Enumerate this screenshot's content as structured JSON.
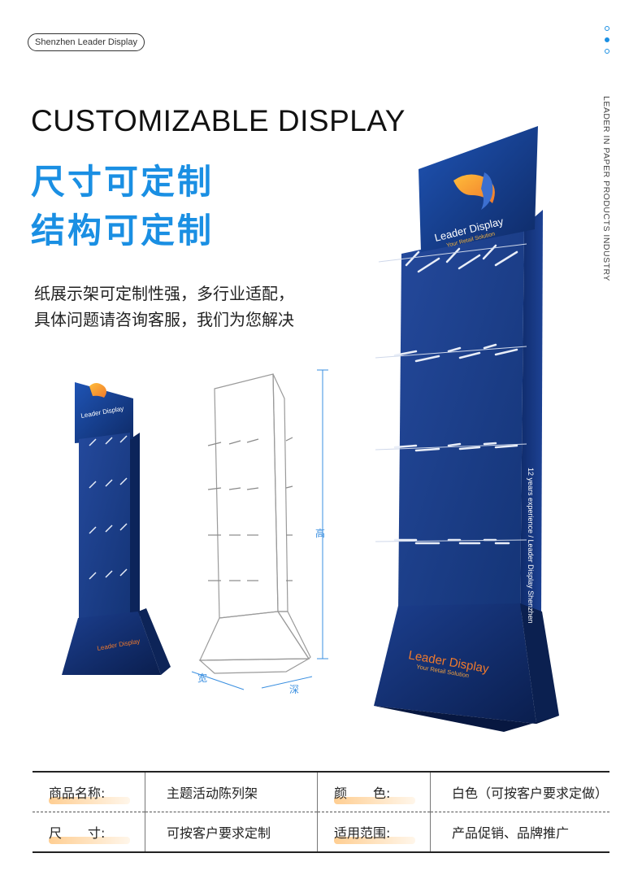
{
  "brand_pill": "Shenzhen Leader Display",
  "side_text": "LEADER IN PAPER PRODUCTS INDUSTRY",
  "title": "CUSTOMIZABLE DISPLAY",
  "headline_1": "尺寸可定制",
  "headline_2": "结构可定制",
  "desc_1": "纸展示架可定制性强，多行业适配，",
  "desc_2": "具体问题请咨询客服，我们为您解决",
  "dimension_labels": {
    "height": "高",
    "width": "宽",
    "depth": "深"
  },
  "display_print": {
    "logo_text": "Leader Display",
    "tagline": "Your Retail Solution",
    "side_print": "12 years experience / Leader Display Shenzhen",
    "base_text": "Leader Display",
    "base_tagline": "Your Retail Solution"
  },
  "colors": {
    "accent": "#1a8fe3",
    "panel": "#1d3f8e",
    "panel_dark": "#0f2458",
    "orange": "#f07a2c"
  },
  "specs": [
    {
      "label": "商品名称:",
      "value": "主题活动陈列架",
      "label2": "颜　　色:",
      "value2": "白色（可按客户要求定做）"
    },
    {
      "label": "尺　　寸:",
      "value": "可按客户要求定制",
      "label2": "适用范围:",
      "value2": "产品促销、品牌推广"
    }
  ]
}
